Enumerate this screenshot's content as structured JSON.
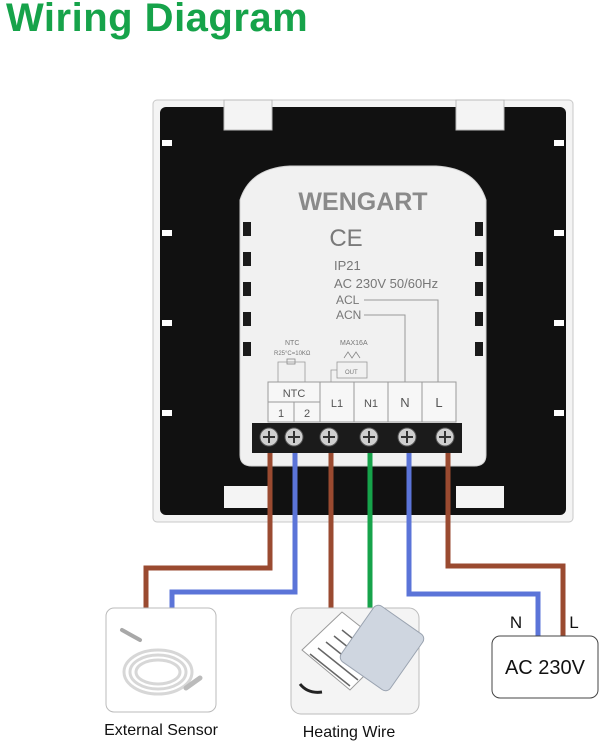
{
  "title": "Wiring Diagram",
  "device": {
    "brand": "WENGART",
    "ce_mark": "CE",
    "ip_rating": "IP21",
    "power_spec": "AC 230V 50/60Hz",
    "acl": "ACL",
    "acn": "ACN",
    "ntc_small": "NTC",
    "ntc_resistance": "R25°C=10KΩ",
    "max_current": "MAX16A",
    "out_label": "OUT",
    "terminal_group": "NTC",
    "terminals": [
      "1",
      "2",
      "L1",
      "N1",
      "N",
      "L"
    ]
  },
  "components": {
    "sensor_label": "External Sensor",
    "heating_label": "Heating Wire",
    "power_label": "AC 230V",
    "power_n": "N",
    "power_l": "L"
  },
  "colors": {
    "title": "#16a34a",
    "brown_wire": "#9a4a30",
    "blue_wire": "#5b74d8",
    "green_wire": "#16a34a",
    "device_frame": "#111111",
    "device_panel": "#f2f2f2"
  }
}
